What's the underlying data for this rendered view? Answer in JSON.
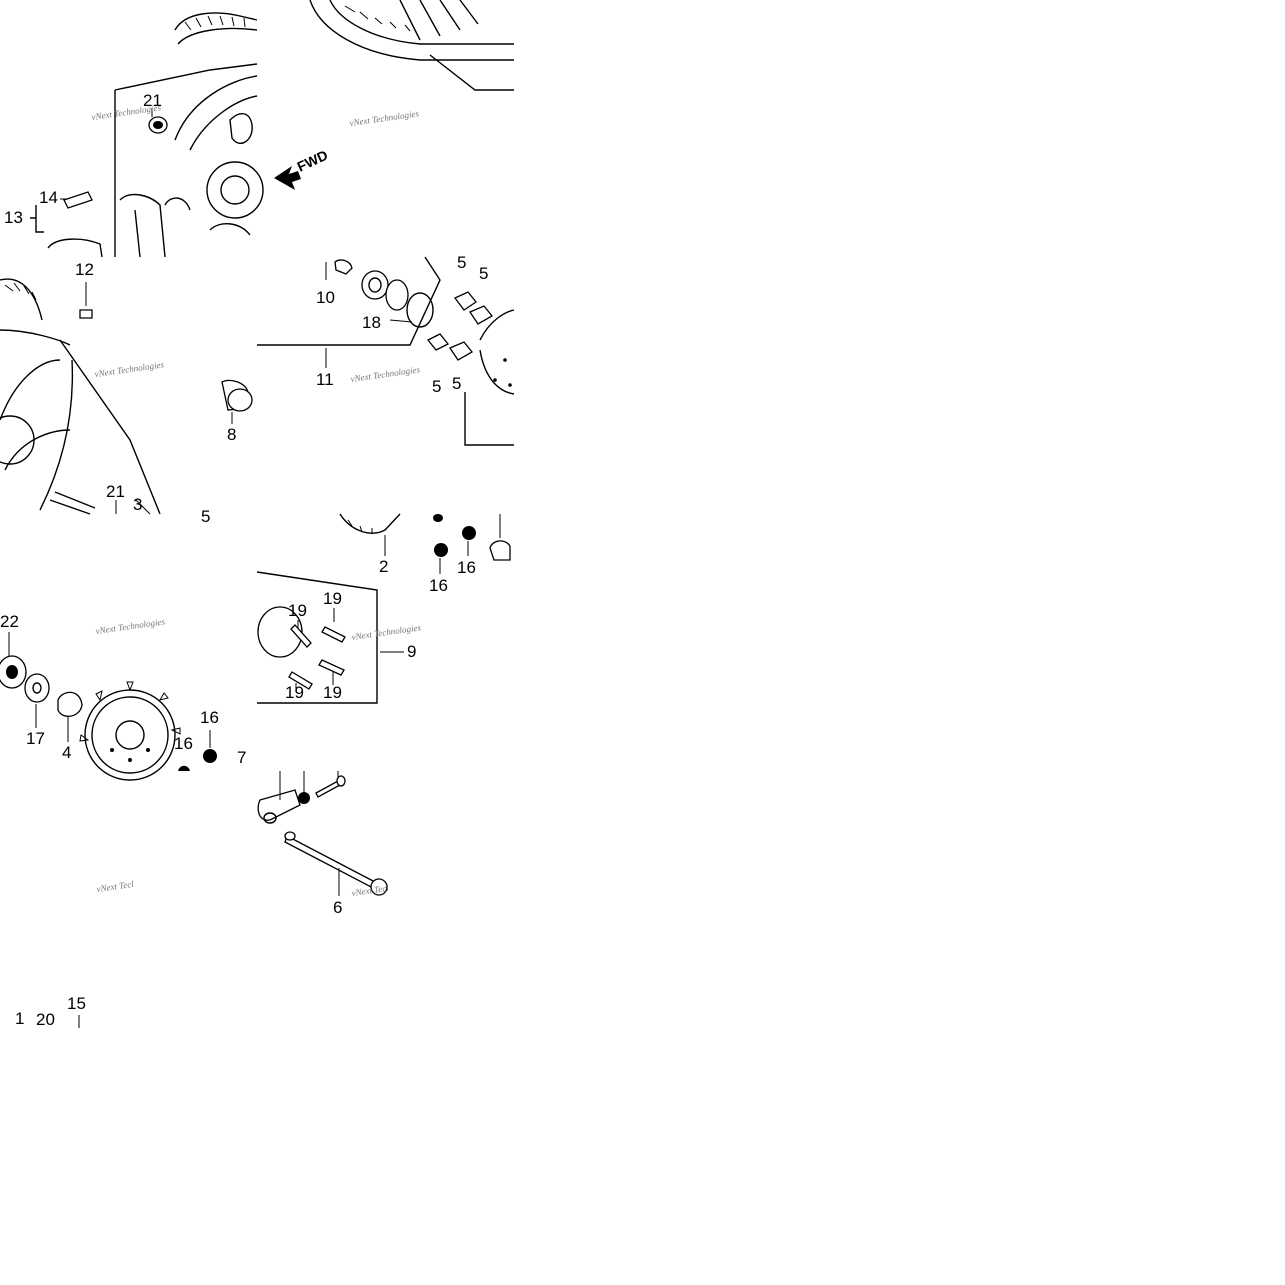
{
  "callouts": {
    "n21_top": "21",
    "n14": "14",
    "n13": "13",
    "n12": "12",
    "n10": "10",
    "n18": "18",
    "n11": "11",
    "n5a": "5",
    "n5b": "5",
    "n5c": "5",
    "n5d": "5",
    "n8": "8",
    "n21_mid": "21",
    "n3": "3",
    "n5e": "5",
    "n2": "2",
    "n16a": "16",
    "n16b": "16",
    "n19a": "19",
    "n19b": "19",
    "n19c": "19",
    "n19d": "19",
    "n9": "9",
    "n22": "22",
    "n17": "17",
    "n4": "4",
    "n16c": "16",
    "n16d": "16",
    "n7": "7",
    "n6": "6",
    "n1": "1",
    "n20": "20",
    "n15": "15"
  },
  "fwd_label": "FWD",
  "watermark": {
    "line1": "vNext Technologies",
    "short": "vNext Tecl"
  },
  "icons": [
    "fwd-arrow-icon"
  ]
}
